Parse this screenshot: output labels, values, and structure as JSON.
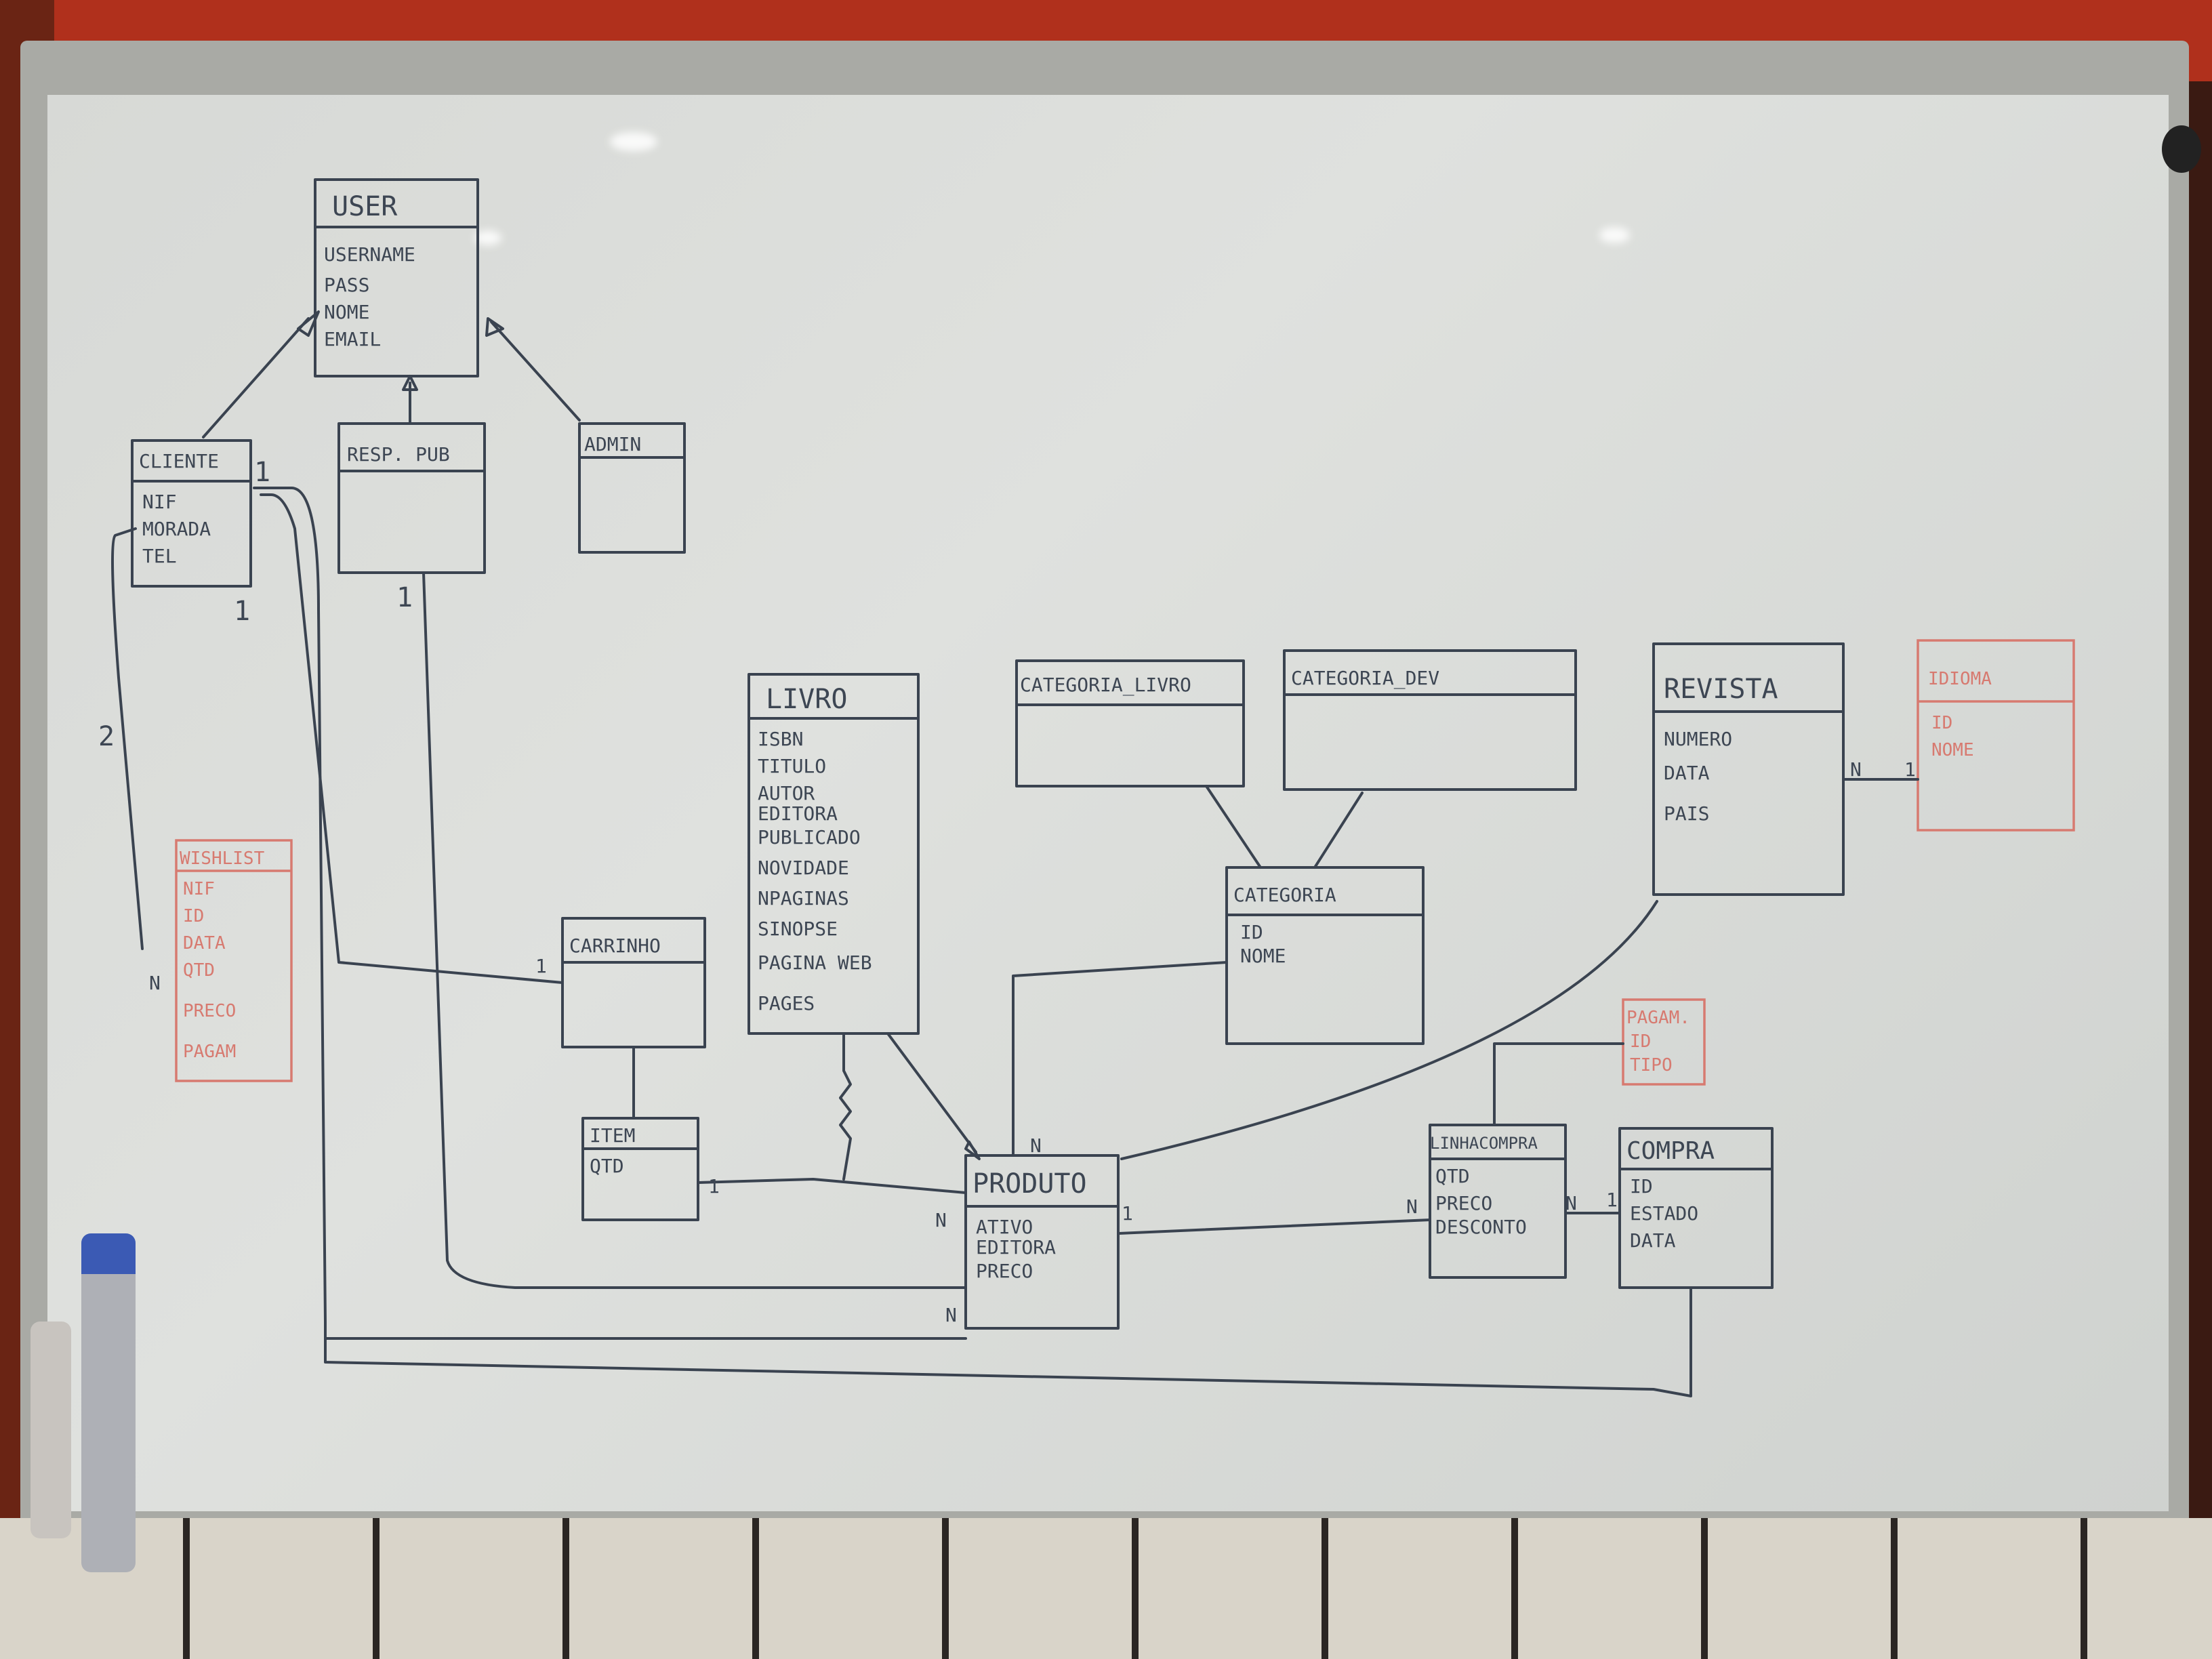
{
  "diagram": {
    "classes": {
      "user": {
        "name": "USER",
        "attrs": [
          "USERNAME",
          "PASS",
          "NOME",
          "EMAIL"
        ]
      },
      "cliente": {
        "name": "CLIENTE",
        "attrs": [
          "NIF",
          "MORADA",
          "TEL"
        ]
      },
      "responsavel": {
        "name": "RESP. PUB",
        "attrs": []
      },
      "admin": {
        "name": "ADMIN",
        "attrs": []
      },
      "livro": {
        "name": "LIVRO",
        "attrs": [
          "ISBN",
          "TITULO",
          "AUTOR",
          "EDITORA",
          "PUBLICADO",
          "NOVIDADE",
          "NPAGINAS",
          "SINOPSE",
          "PAGINA WEB",
          "PAGES"
        ]
      },
      "categoria_livro": {
        "name": "CATEGORIA_LIVRO",
        "attrs": []
      },
      "categoria_dev": {
        "name": "CATEGORIA_DEV",
        "attrs": []
      },
      "categoria": {
        "name": "CATEGORIA",
        "attrs": [
          "ID",
          "NOME"
        ]
      },
      "revista": {
        "name": "REVISTA",
        "attrs": [
          "NUMERO",
          "DATA",
          "PAIS"
        ]
      },
      "idioma": {
        "name": "IDIOMA",
        "attrs": [
          "ID",
          "NOME"
        ]
      },
      "carrinho": {
        "name": "CARRINHO",
        "attrs": []
      },
      "item": {
        "name": "ITEM",
        "attrs": [
          "QTD"
        ]
      },
      "produto": {
        "name": "PRODUTO",
        "attrs": [
          "ATIVO",
          "EDITORA",
          "PRECO"
        ]
      },
      "linha_compra": {
        "name": "LINHACOMPRA",
        "attrs": [
          "QTD",
          "PRECO",
          "DESCONTO"
        ]
      },
      "compra": {
        "name": "COMPRA",
        "attrs": [
          "ID",
          "ESTADO",
          "DATA"
        ]
      },
      "pagamento": {
        "name": "PAGAM.",
        "attrs": [
          "ID",
          "TIPO"
        ]
      },
      "wishlist": {
        "name": "WISHLIST",
        "attrs": [
          "NIF",
          "ID",
          "DATA",
          "QTD",
          "PRECO",
          "PAGAM"
        ]
      }
    },
    "multiplicities": [
      "1",
      "1",
      "1",
      "1",
      "N",
      "2",
      "1",
      "N",
      "N",
      "N",
      "1",
      "N",
      "1",
      "N",
      "1",
      "N"
    ]
  },
  "colors": {
    "ink": "#3a4350",
    "red_ink": "#d77a70",
    "board": "#dcdedb",
    "wall": "#b0301c"
  }
}
